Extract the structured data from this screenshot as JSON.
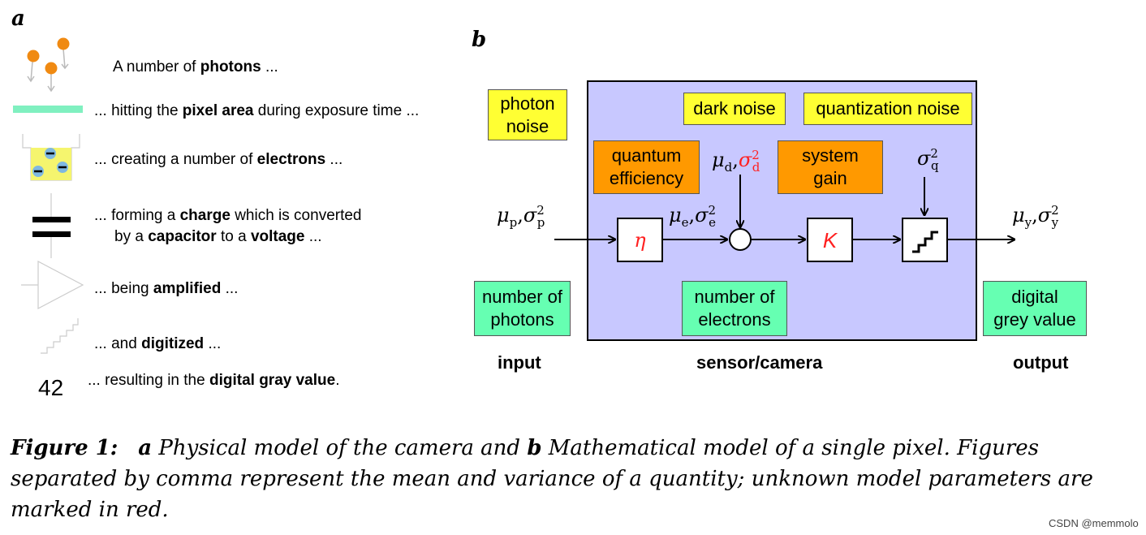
{
  "panel_a": {
    "letter": "a",
    "rows": [
      {
        "pre": "A number of ",
        "bold": "photons",
        "post": " ..."
      },
      {
        "pre": "... hitting the ",
        "bold": "pixel area",
        "post": " during exposure time ..."
      },
      {
        "pre": "... creating a number of ",
        "bold": "electrons",
        "post": " ..."
      },
      {
        "pre": "... forming a ",
        "bold": "charge",
        "post": " which is converted"
      },
      {
        "pre": "by a ",
        "bold": "capacitor",
        "mid": " to a ",
        "bold2": "voltage",
        "post": " ..."
      },
      {
        "pre": "... being ",
        "bold": "amplified",
        "post": " ..."
      },
      {
        "pre": "... and ",
        "bold": "digitized",
        "post": " ..."
      },
      {
        "pre": "... resulting in the ",
        "bold": "digital gray value",
        "post": "."
      }
    ],
    "example_value": "42",
    "colors": {
      "photon": "#f08a12",
      "pixel": "#80f0c0",
      "well": "#f5f56e",
      "electron": "#7fb8e0"
    }
  },
  "panel_b": {
    "letter": "b",
    "boxes": {
      "photon_noise": [
        "photon",
        "noise"
      ],
      "dark_noise": "dark noise",
      "quantization_noise": "quantization noise",
      "quantum_efficiency": [
        "quantum",
        "efficiency"
      ],
      "system_gain": [
        "system",
        "gain"
      ],
      "number_of_photons": [
        "number of",
        "photons"
      ],
      "number_of_electrons": [
        "number of",
        "electrons"
      ],
      "digital_grey_value": [
        "digital",
        "grey value"
      ]
    },
    "blocks": {
      "eta": "η",
      "k": "K"
    },
    "math": {
      "mu": "μ",
      "sigma": "σ",
      "sq": "2",
      "p": "p",
      "e": "e",
      "d": "d",
      "q": "q",
      "y": "y"
    },
    "labels": {
      "input": "input",
      "sensor": "sensor/camera",
      "output": "output"
    },
    "colors": {
      "yellow": "#ffff33",
      "orange": "#ff9900",
      "green": "#66ffb2",
      "camera": "#c8c8ff",
      "unknown": "#ff2020"
    }
  },
  "caption": {
    "figure": "Figure 1:",
    "a": "a",
    "text1": " Physical model of the camera and ",
    "b": "b",
    "text2": " Mathematical model of a single pixel. Figures",
    "line2": "separated by comma represent the mean and variance of a quantity; unknown model parameters are",
    "line3": "marked in red."
  },
  "footer": "CSDN @memmolo"
}
